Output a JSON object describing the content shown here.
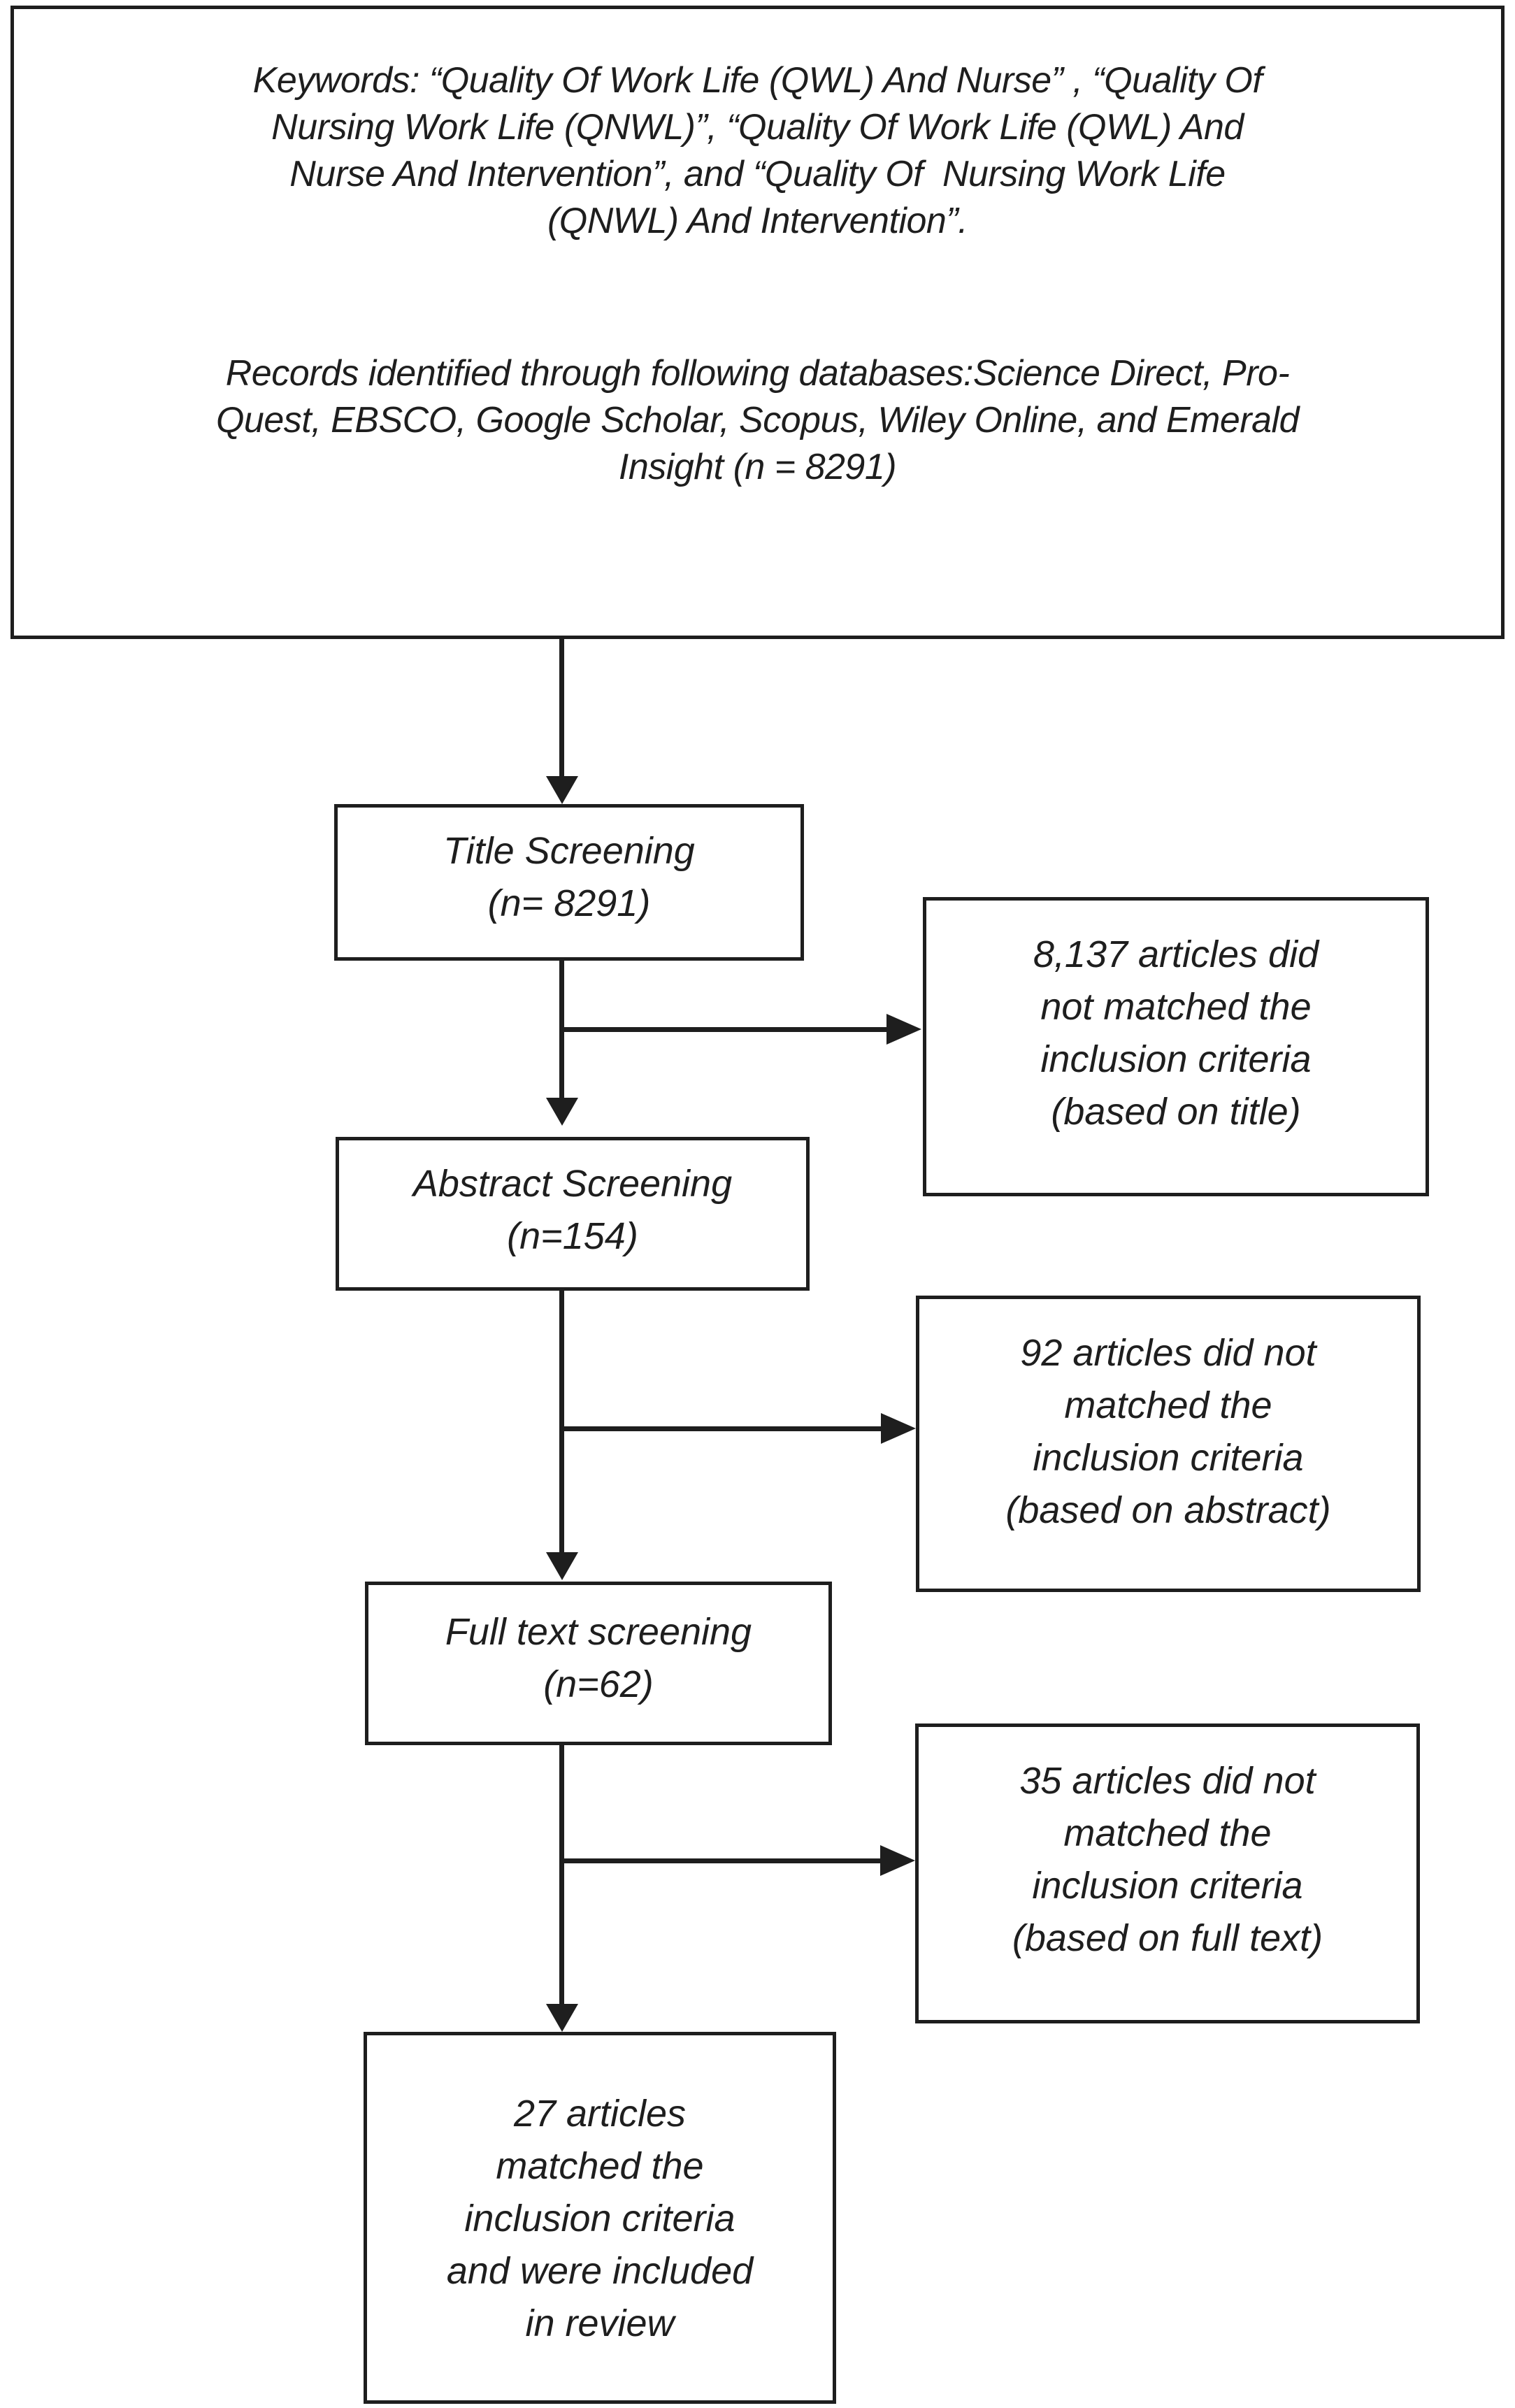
{
  "diagram": {
    "colors": {
      "ink": "#1e1e1e",
      "background": "#ffffff"
    },
    "top_box": {
      "keywords_lines": [
        "Keywords: “Quality Of Work Life (QWL) And Nurse” , “Quality Of",
        "Nursing Work Life (QNWL)”, “Quality Of Work Life (QWL) And",
        "Nurse And Intervention”, and “Quality Of  Nursing Work Life",
        "(QNWL) And Intervention”."
      ],
      "records_lines": [
        "Records identified through following databases:Science Direct, Pro-",
        "Quest, EBSCO, Google Scholar, Scopus, Wiley Online, and Emerald",
        "Insight (n = 8291)"
      ]
    },
    "title_screening_box": {
      "lines": [
        "Title Screening",
        "(n= 8291)"
      ]
    },
    "title_excluded_box": {
      "lines": [
        "8,137 articles did",
        "not matched the",
        "inclusion criteria",
        "(based on title)"
      ]
    },
    "abstract_screening_box": {
      "lines": [
        "Abstract Screening",
        "(n=154)"
      ]
    },
    "abstract_excluded_box": {
      "lines": [
        "92 articles did not",
        "matched the",
        "inclusion criteria",
        "(based on abstract)"
      ]
    },
    "full_text_screening_box": {
      "lines": [
        "Full text screening",
        "(n=62)"
      ]
    },
    "full_text_excluded_box": {
      "lines": [
        "35 articles did not",
        "matched the",
        "inclusion criteria",
        "(based on full text)"
      ]
    },
    "included_box": {
      "lines": [
        "27 articles",
        "matched the",
        "inclusion criteria",
        "and were included",
        "in review"
      ]
    }
  }
}
